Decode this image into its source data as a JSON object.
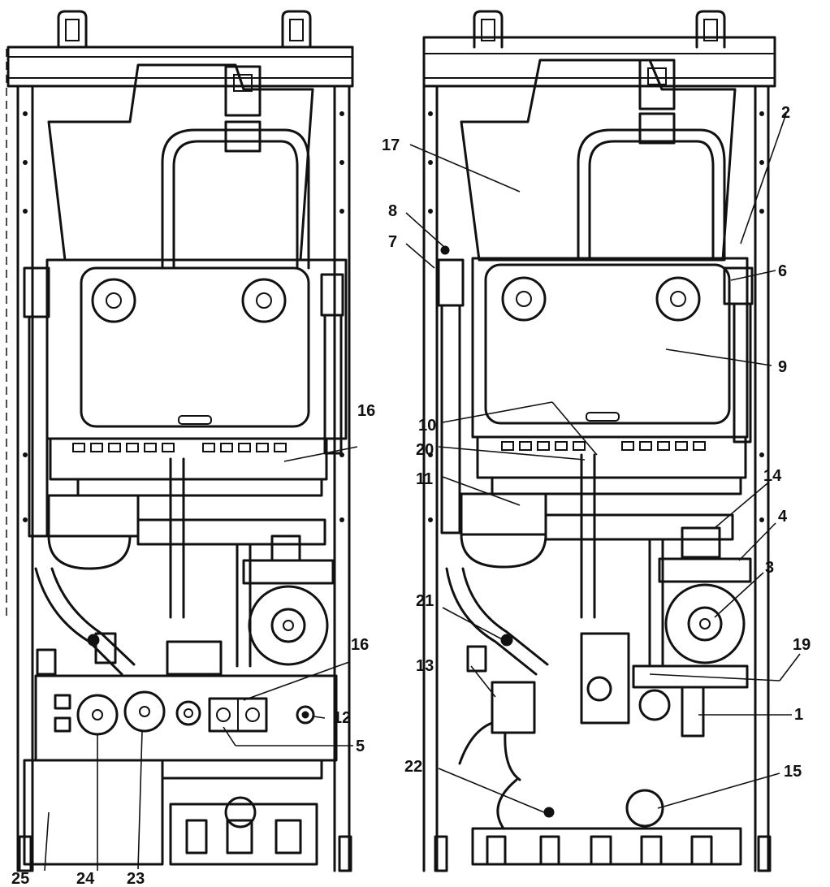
{
  "labels": {
    "l1": "1",
    "l2": "2",
    "l3": "3",
    "l4": "4",
    "l5": "5",
    "l6": "6",
    "l7": "7",
    "l8": "8",
    "l9": "9",
    "l10": "10",
    "l11": "11",
    "l12": "12",
    "l13": "13",
    "l14": "14",
    "l15": "15",
    "l16a": "16",
    "l16b": "16",
    "l17": "17",
    "l19": "19",
    "l20": "20",
    "l21": "21",
    "l22": "22",
    "l23": "23",
    "l24": "24",
    "l25": "25"
  }
}
